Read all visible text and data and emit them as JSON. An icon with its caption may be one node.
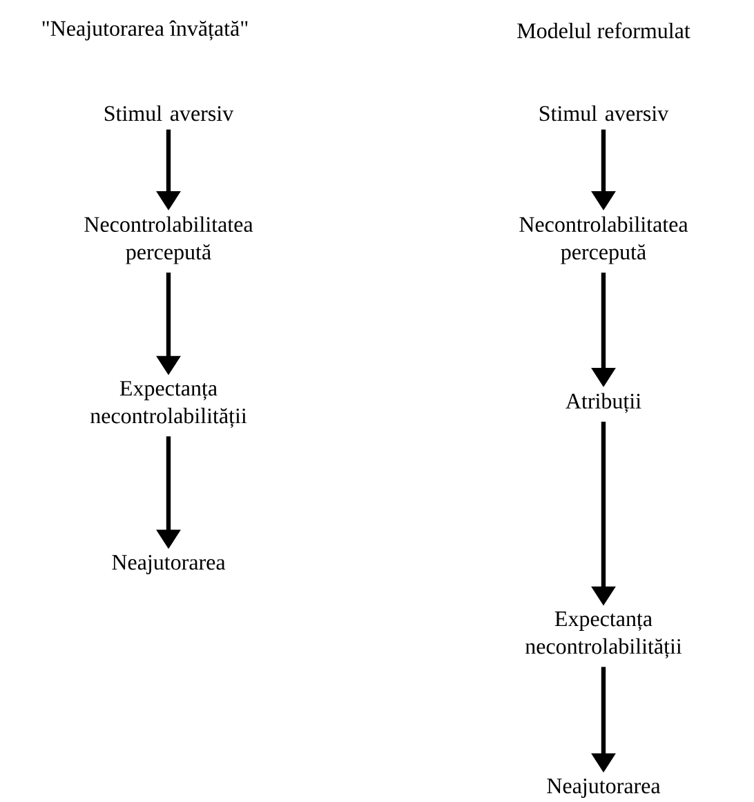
{
  "diagram": {
    "nodes": [
      {
        "text": [
          "Stimul aversiv"
        ]
      },
      {
        "text": [
          "Necontrolabilitatea percepută"
        ]
      },
      {
        "text": [
          "Expectanța necontrolabilității"
        ]
      },
      {
        "text": [
          "Neajutorarea"
        ]
      },
      {
        "text": [
          "Stimul aversiv"
        ]
      },
      {
        "text": [
          "Necontrolabilitatea percepută"
        ]
      },
      {
        "text": [
          "Atribuții"
        ]
      },
      {
        "text": [
          "Expectanța necontrolabilității"
        ]
      },
      {
        "text": [
          "Neajutorarea"
        ]
      }
    ],
    "edges": [
      {
        "from": 0,
        "to": 1,
        "arrow": "to"
      },
      {
        "from": 1,
        "to": 2,
        "arrow": "to"
      },
      {
        "from": 2,
        "to": 3,
        "arrow": "to"
      },
      {
        "from": 4,
        "to": 5,
        "arrow": "to"
      },
      {
        "from": 5,
        "to": 6,
        "arrow": "to"
      },
      {
        "from": 6,
        "to": 7,
        "arrow": "to"
      },
      {
        "from": 7,
        "to": 8,
        "arrow": "to"
      }
    ],
    "labels": [
      "\"Neajutorarea învățată\"",
      "Modelul reformulat"
    ]
  }
}
